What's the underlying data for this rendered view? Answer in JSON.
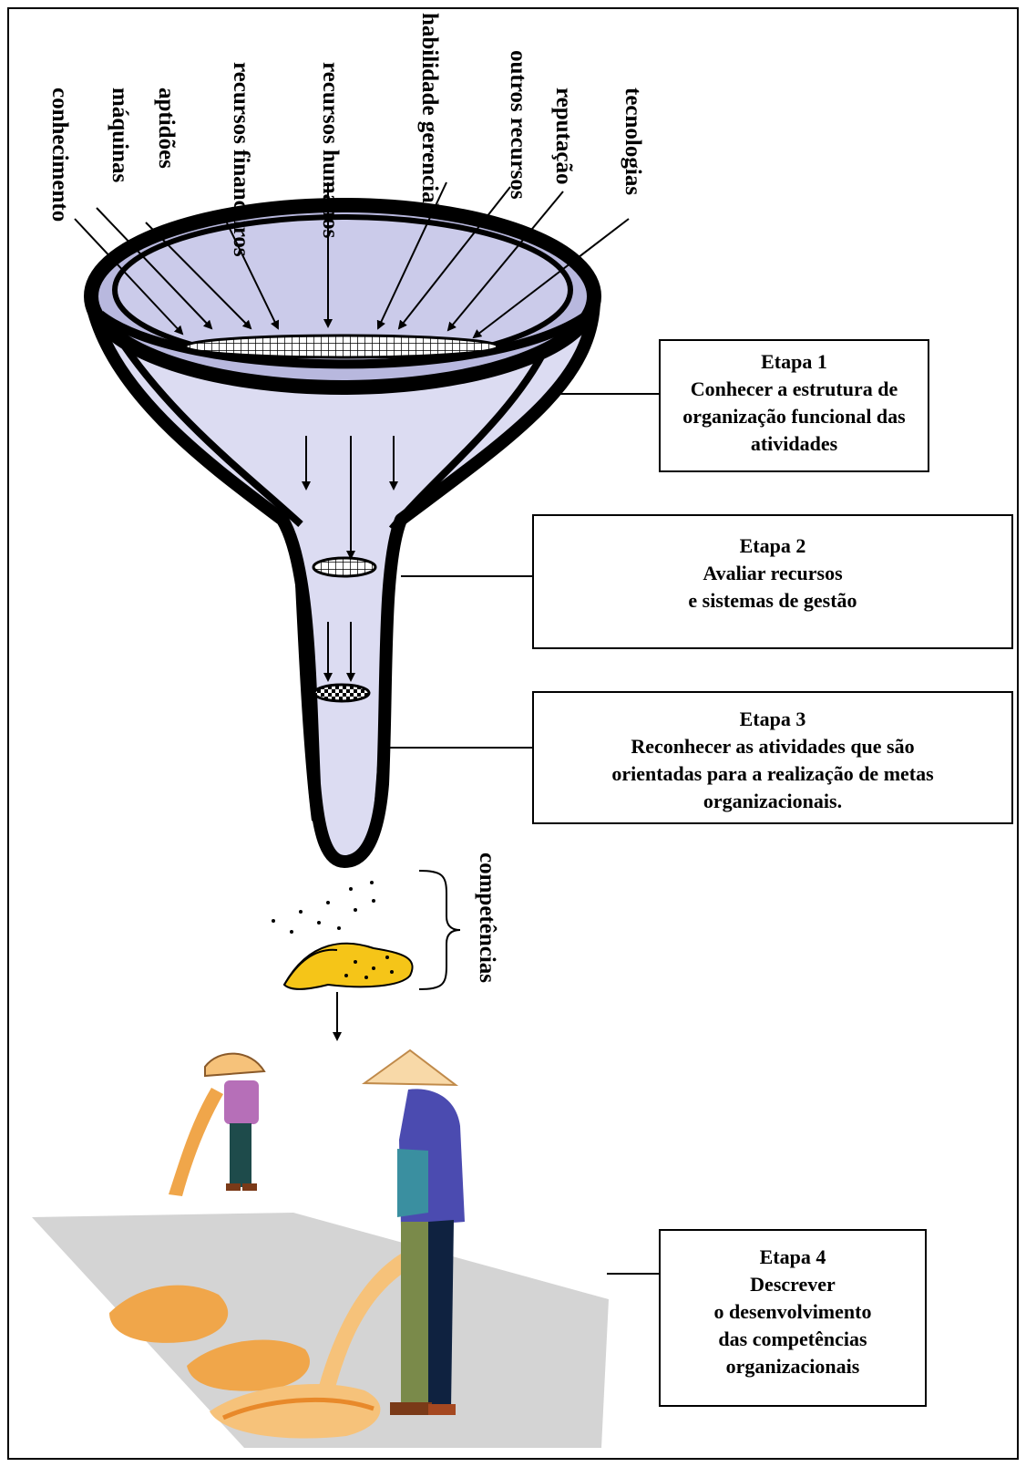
{
  "inputs": [
    "conhecimento",
    "máquinas",
    "aptidões",
    "recursos financeiros",
    "recursos humanos",
    "habilidade gerencial",
    "outros recursos",
    "reputação",
    "tecnologias"
  ],
  "output_label": "competências",
  "stages": [
    {
      "title": "Etapa 1",
      "lines": [
        "Conhecer a estrutura de",
        "organização funcional das",
        "atividades"
      ]
    },
    {
      "title": "Etapa 2",
      "lines": [
        "Avaliar recursos",
        "e sistemas de gestão"
      ]
    },
    {
      "title": "Etapa 3",
      "lines": [
        "Reconhecer  as atividades que são",
        "orientadas para a realização de metas",
        "organizacionais."
      ]
    },
    {
      "title": "Etapa 4",
      "lines": [
        "Descrever",
        "o desenvolvimento",
        "das competências",
        "organizacionais"
      ]
    }
  ],
  "colors": {
    "funnel_fill": "#dcdcf2",
    "funnel_inner": "#b8b8de",
    "outline": "#000000",
    "grain": "#f5c518",
    "floor": "#d4d4d4",
    "straw": "#f0a64a",
    "straw_light": "#f6c27a"
  }
}
